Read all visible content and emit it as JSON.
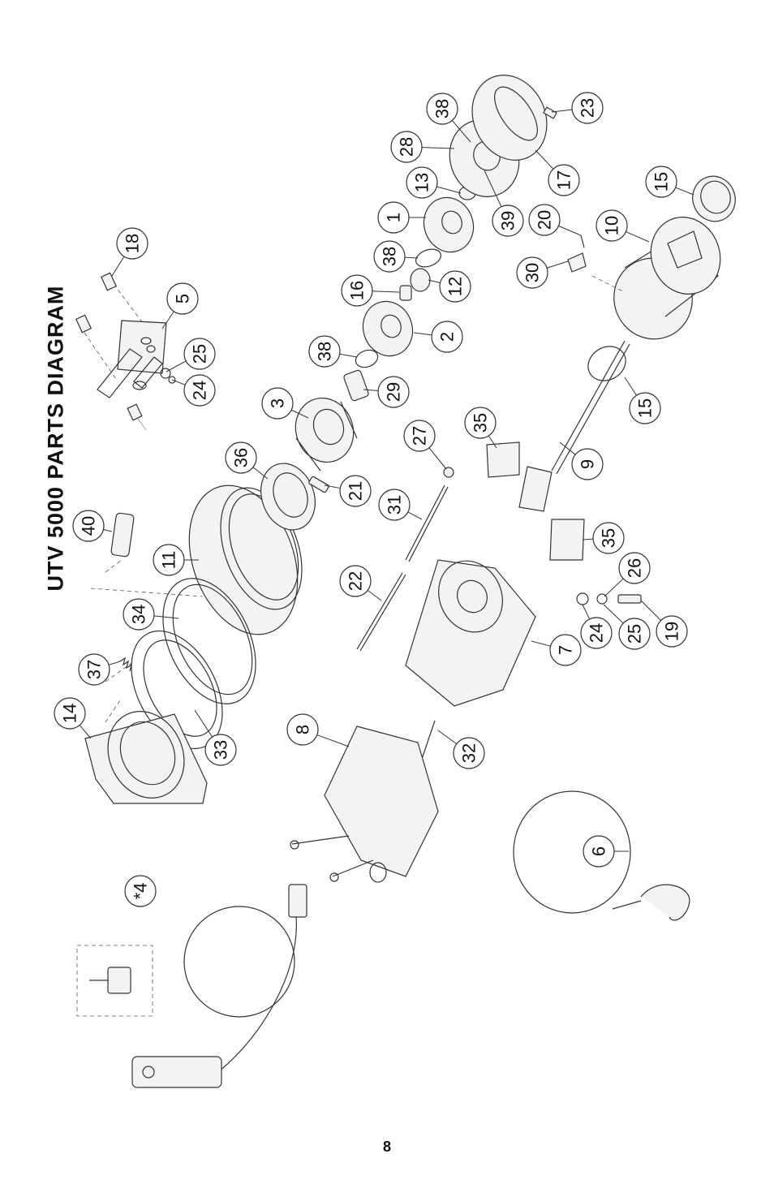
{
  "title": "UTV 5000 PARTS DIAGRAM",
  "page_number": "8",
  "callouts": [
    {
      "id": "c1",
      "label": "1"
    },
    {
      "id": "c2",
      "label": "2"
    },
    {
      "id": "c3",
      "label": "3"
    },
    {
      "id": "c4",
      "label": "*4"
    },
    {
      "id": "c5",
      "label": "5"
    },
    {
      "id": "c6",
      "label": "6"
    },
    {
      "id": "c7",
      "label": "7"
    },
    {
      "id": "c8",
      "label": "8"
    },
    {
      "id": "c9",
      "label": "9"
    },
    {
      "id": "c10",
      "label": "10"
    },
    {
      "id": "c11",
      "label": "11"
    },
    {
      "id": "c12",
      "label": "12"
    },
    {
      "id": "c13",
      "label": "13"
    },
    {
      "id": "c14",
      "label": "14"
    },
    {
      "id": "c15a",
      "label": "15"
    },
    {
      "id": "c15b",
      "label": "15"
    },
    {
      "id": "c16",
      "label": "16"
    },
    {
      "id": "c17",
      "label": "17"
    },
    {
      "id": "c18",
      "label": "18"
    },
    {
      "id": "c19",
      "label": "19"
    },
    {
      "id": "c20",
      "label": "20"
    },
    {
      "id": "c21",
      "label": "21"
    },
    {
      "id": "c22",
      "label": "22"
    },
    {
      "id": "c23",
      "label": "23"
    },
    {
      "id": "c24a",
      "label": "24"
    },
    {
      "id": "c24b",
      "label": "24"
    },
    {
      "id": "c25a",
      "label": "25"
    },
    {
      "id": "c25b",
      "label": "25"
    },
    {
      "id": "c26",
      "label": "26"
    },
    {
      "id": "c27",
      "label": "27"
    },
    {
      "id": "c28",
      "label": "28"
    },
    {
      "id": "c29",
      "label": "29"
    },
    {
      "id": "c30",
      "label": "30"
    },
    {
      "id": "c31",
      "label": "31"
    },
    {
      "id": "c32",
      "label": "32"
    },
    {
      "id": "c33",
      "label": "33"
    },
    {
      "id": "c34",
      "label": "34"
    },
    {
      "id": "c35a",
      "label": "35"
    },
    {
      "id": "c35b",
      "label": "35"
    },
    {
      "id": "c36",
      "label": "36"
    },
    {
      "id": "c37",
      "label": "37"
    },
    {
      "id": "c38a",
      "label": "38"
    },
    {
      "id": "c38b",
      "label": "38"
    },
    {
      "id": "c38c",
      "label": "38"
    },
    {
      "id": "c39",
      "label": "39"
    },
    {
      "id": "c40",
      "label": "40"
    }
  ]
}
